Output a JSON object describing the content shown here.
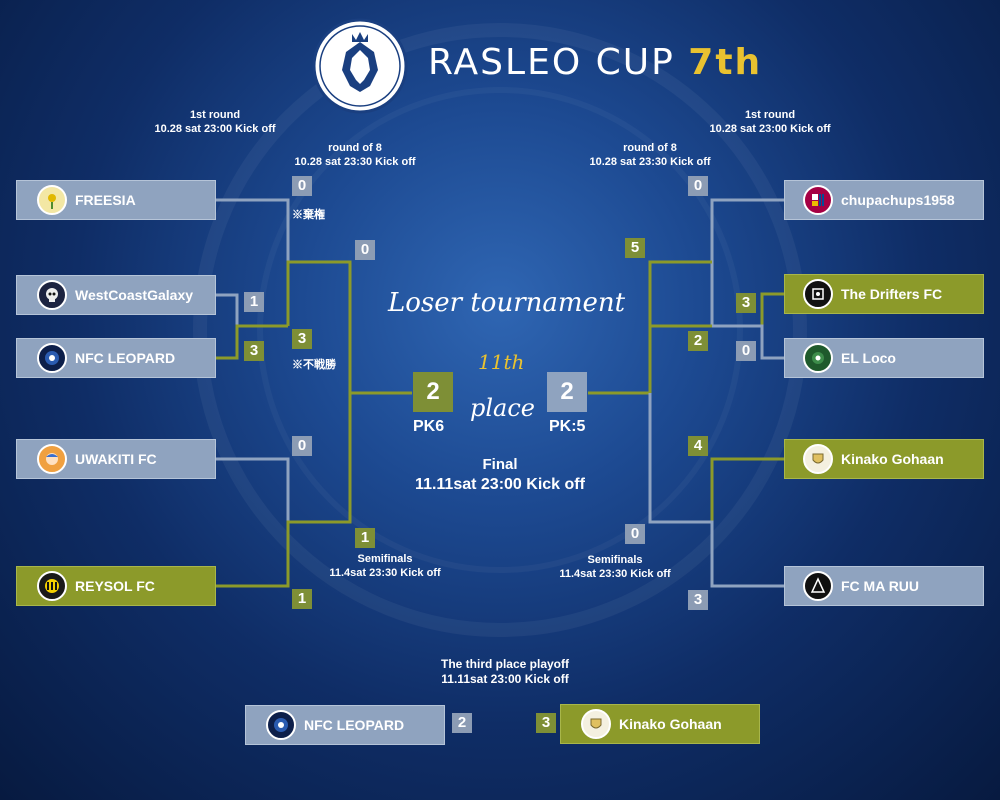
{
  "header": {
    "title": "RASLEO CUP",
    "title_suffix": "7th",
    "loser_tournament": "Loser tournament",
    "place_number": "11th",
    "place_label": "place"
  },
  "schedule": {
    "left_first_round": "1st round",
    "left_first_round_time": "10.28 sat 23:00 Kick off",
    "left_round_of_8": "round of 8",
    "left_round_of_8_time": "10.28 sat 23:30 Kick off",
    "right_first_round": "1st round",
    "right_first_round_time": "10.28 sat 23:00 Kick off",
    "right_round_of_8": "round of 8",
    "right_round_of_8_time": "10.28 sat 23:30 Kick off",
    "left_semifinals": "Semifinals",
    "left_semifinals_time": "11.4sat 23:30 Kick off",
    "right_semifinals": "Semifinals",
    "right_semifinals_time": "11.4sat 23:30 Kick off",
    "final": "Final",
    "final_time": "11.11sat 23:00 Kick off",
    "third_place": "The third place playoff",
    "third_place_time": "11.11sat 23:00 Kick off"
  },
  "notes": {
    "forfeit": "※棄権",
    "walkover": "※不戦勝"
  },
  "teams": {
    "freesia": "FREESIA",
    "westcoastgalaxy": "WestCoastGalaxy",
    "nfc_leopard": "NFC LEOPARD",
    "uwakiti": "UWAKITI FC",
    "reysol": "REYSOL FC",
    "chupachups": "chupachups1958",
    "drifters": "The Drifters FC",
    "elloco": "EL Loco",
    "kinako": "Kinako Gohaan",
    "fcmaruu": "FC MA RUU",
    "third_left": "NFC LEOPARD",
    "third_right": "Kinako Gohaan"
  },
  "scores": {
    "freesia": "0",
    "westcoastgalaxy": "1",
    "nfc_leopard": "3",
    "r8_left_top": "3",
    "uwakiti": "0",
    "reysol": "1",
    "semi_left_top": "0",
    "semi_left_bottom": "1",
    "final_left": "2",
    "final_left_pk": "PK6",
    "final_right": "2",
    "final_right_pk": "PK:5",
    "chupachups": "0",
    "drifters": "3",
    "elloco": "0",
    "r8_right_top": "2",
    "kinako": "4",
    "fcmaruu": "3",
    "semi_right_top": "5",
    "semi_right_bottom": "0",
    "third_left": "2",
    "third_right": "3"
  },
  "colors": {
    "loser_line": "#8fa3c0",
    "winner_line": "#8c9a2a",
    "final_right_box": "#8fa3bf",
    "final_left_box": "#7e8f36",
    "title_accent": "#e9c230"
  }
}
